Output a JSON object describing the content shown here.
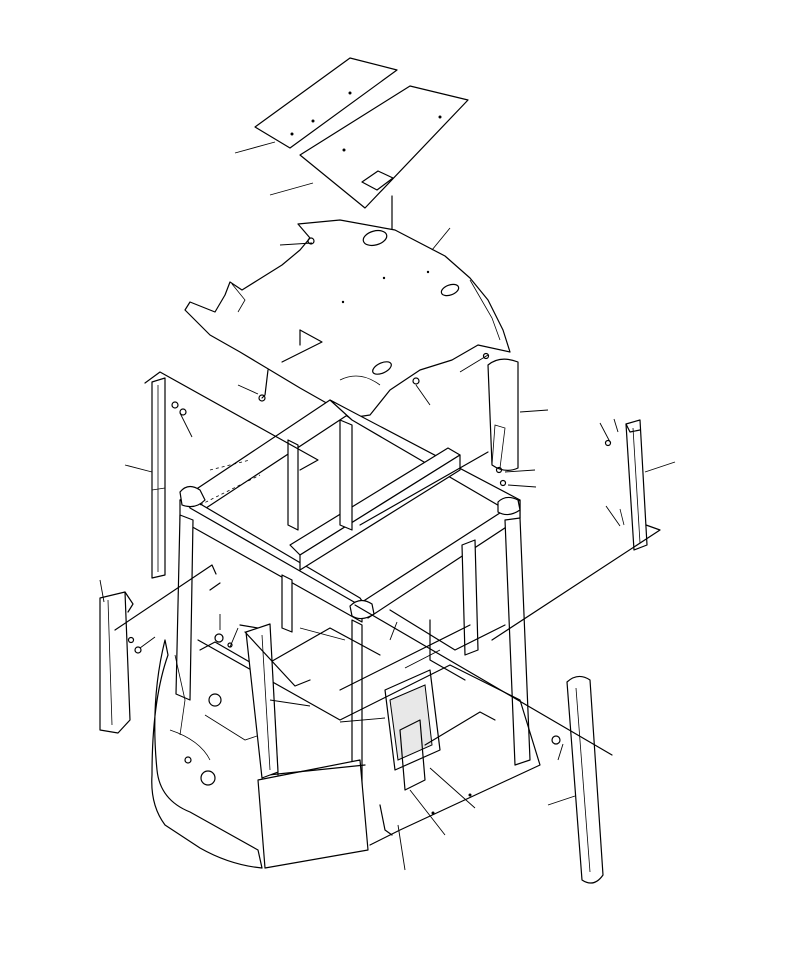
{
  "diagram": {
    "parts": [
      {
        "id": "roof-cover-panel-a",
        "kind": "panel"
      },
      {
        "id": "roof-cover-panel-b",
        "kind": "panel"
      },
      {
        "id": "roof-inner-liner",
        "kind": "panel"
      },
      {
        "id": "cab-frame",
        "kind": "frame"
      },
      {
        "id": "rear-left-pillar-trim",
        "kind": "trim"
      },
      {
        "id": "left-corner-trim",
        "kind": "trim"
      },
      {
        "id": "rear-right-pillar-trim",
        "kind": "trim"
      },
      {
        "id": "front-right-pillar-cover",
        "kind": "trim"
      },
      {
        "id": "right-column-cover",
        "kind": "trim"
      },
      {
        "id": "lower-side-panel",
        "kind": "panel"
      }
    ],
    "callouts": 28
  }
}
